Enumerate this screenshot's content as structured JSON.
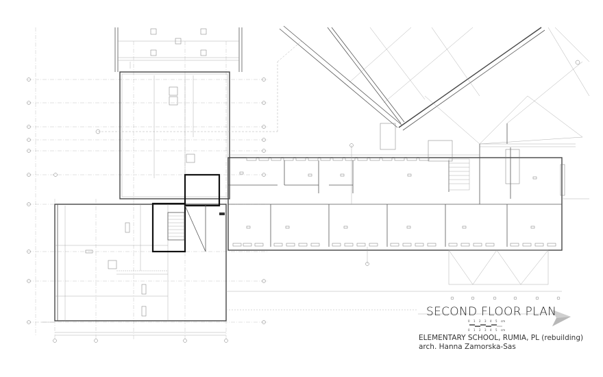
{
  "drawing": {
    "title": "SECOND FLOOR PLAN",
    "project": "ELEMENTARY SCHOOL, RUMIA, PL (rebuilding)",
    "architect": "arch. Hanna Zamorska-Sas",
    "scale_bar": {
      "top_labels": [
        "0",
        "1",
        "2",
        "3",
        "4",
        "5"
      ],
      "top_unit": "cm",
      "bottom_labels": [
        "0",
        "1",
        "2",
        "3",
        "4",
        "5"
      ],
      "bottom_unit": "cm"
    },
    "north_arrow": "north-arrow-icon",
    "colors": {
      "background": "#ffffff",
      "linework": "#555555",
      "heavy_walls": "#111111",
      "title_text": "#222222",
      "north_arrow": "#c8c8c8"
    }
  }
}
